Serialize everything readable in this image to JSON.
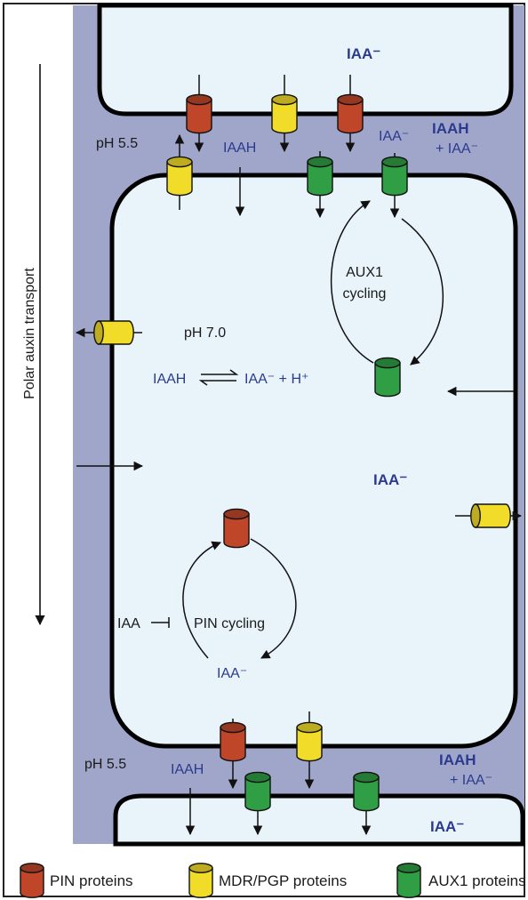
{
  "top_cell": {
    "ion": "IAA⁻"
  },
  "upper_wall": {
    "ph": "pH 5.5",
    "iaah": "IAAH",
    "iaa_minus": "IAA⁻",
    "right_iaah": "IAAH",
    "right_iaa_minus": "+ IAA⁻"
  },
  "main_cell": {
    "ph": "pH 7.0",
    "equilibrium_left": "IAAH",
    "equilibrium_right": "IAA⁻ + H⁺",
    "aux1_cycling_line1": "AUX1",
    "aux1_cycling_line2": "cycling",
    "center_ion": "IAA⁻",
    "pin_cycling": "PIN cycling",
    "iaa_inhibitor": "IAA",
    "bottom_ion": "IAA⁻"
  },
  "lower_wall": {
    "ph": "pH 5.5",
    "iaah": "IAAH",
    "right_iaah": "IAAH",
    "right_iaa_minus": "+ IAA⁻"
  },
  "bottom_cell": {
    "ion": "IAA⁻"
  },
  "side_label": "Polar auxin transport",
  "legend": {
    "pin": "PIN proteins",
    "mdr": "MDR/PGP proteins",
    "aux1": "AUX1 proteins"
  },
  "colors": {
    "wall": "#a0a6c9",
    "cell": "#e9f4fa",
    "pin": "#c0462a",
    "mdr": "#f2dc2a",
    "aux1": "#2f9e44",
    "ion_text": "#2b3a8f"
  }
}
